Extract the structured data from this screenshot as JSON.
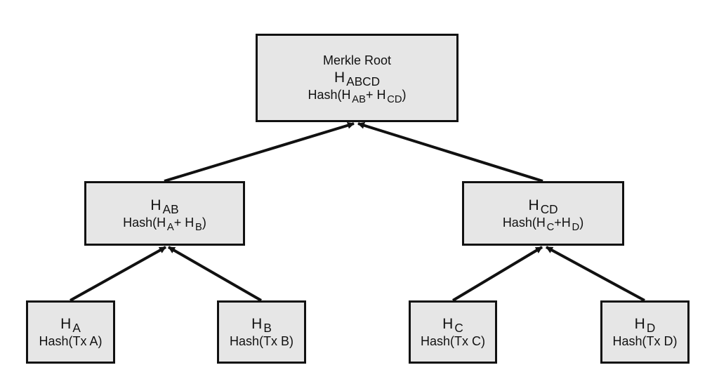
{
  "root": {
    "title": "Merkle Root",
    "hash_label": "H",
    "hash_sub": "ABCD",
    "formula": {
      "prefix": "Hash(H",
      "sub1": "AB",
      "plus": "+ H",
      "sub2": "CD",
      "suffix": ")"
    }
  },
  "ab": {
    "hash_label": "H",
    "hash_sub": "AB",
    "formula": {
      "prefix": "Hash(H",
      "sub1": "A",
      "plus": "+ H",
      "sub2": "B",
      "suffix": ")"
    }
  },
  "cd": {
    "hash_label": "H",
    "hash_sub": "CD",
    "formula": {
      "prefix": "Hash(H",
      "sub1": "C",
      "plus": "+H",
      "sub2": "D",
      "suffix": ")"
    }
  },
  "leaves": [
    {
      "hash_label": "H",
      "hash_sub": "A",
      "formula": "Hash(Tx A)"
    },
    {
      "hash_label": "H",
      "hash_sub": "B",
      "formula": "Hash(Tx B)"
    },
    {
      "hash_label": "H",
      "hash_sub": "C",
      "formula": "Hash(Tx C)"
    },
    {
      "hash_label": "H",
      "hash_sub": "D",
      "formula": "Hash(Tx D)"
    }
  ],
  "colors": {
    "node_fill": "#e6e6e6",
    "stroke": "#111111",
    "background": "#ffffff"
  }
}
